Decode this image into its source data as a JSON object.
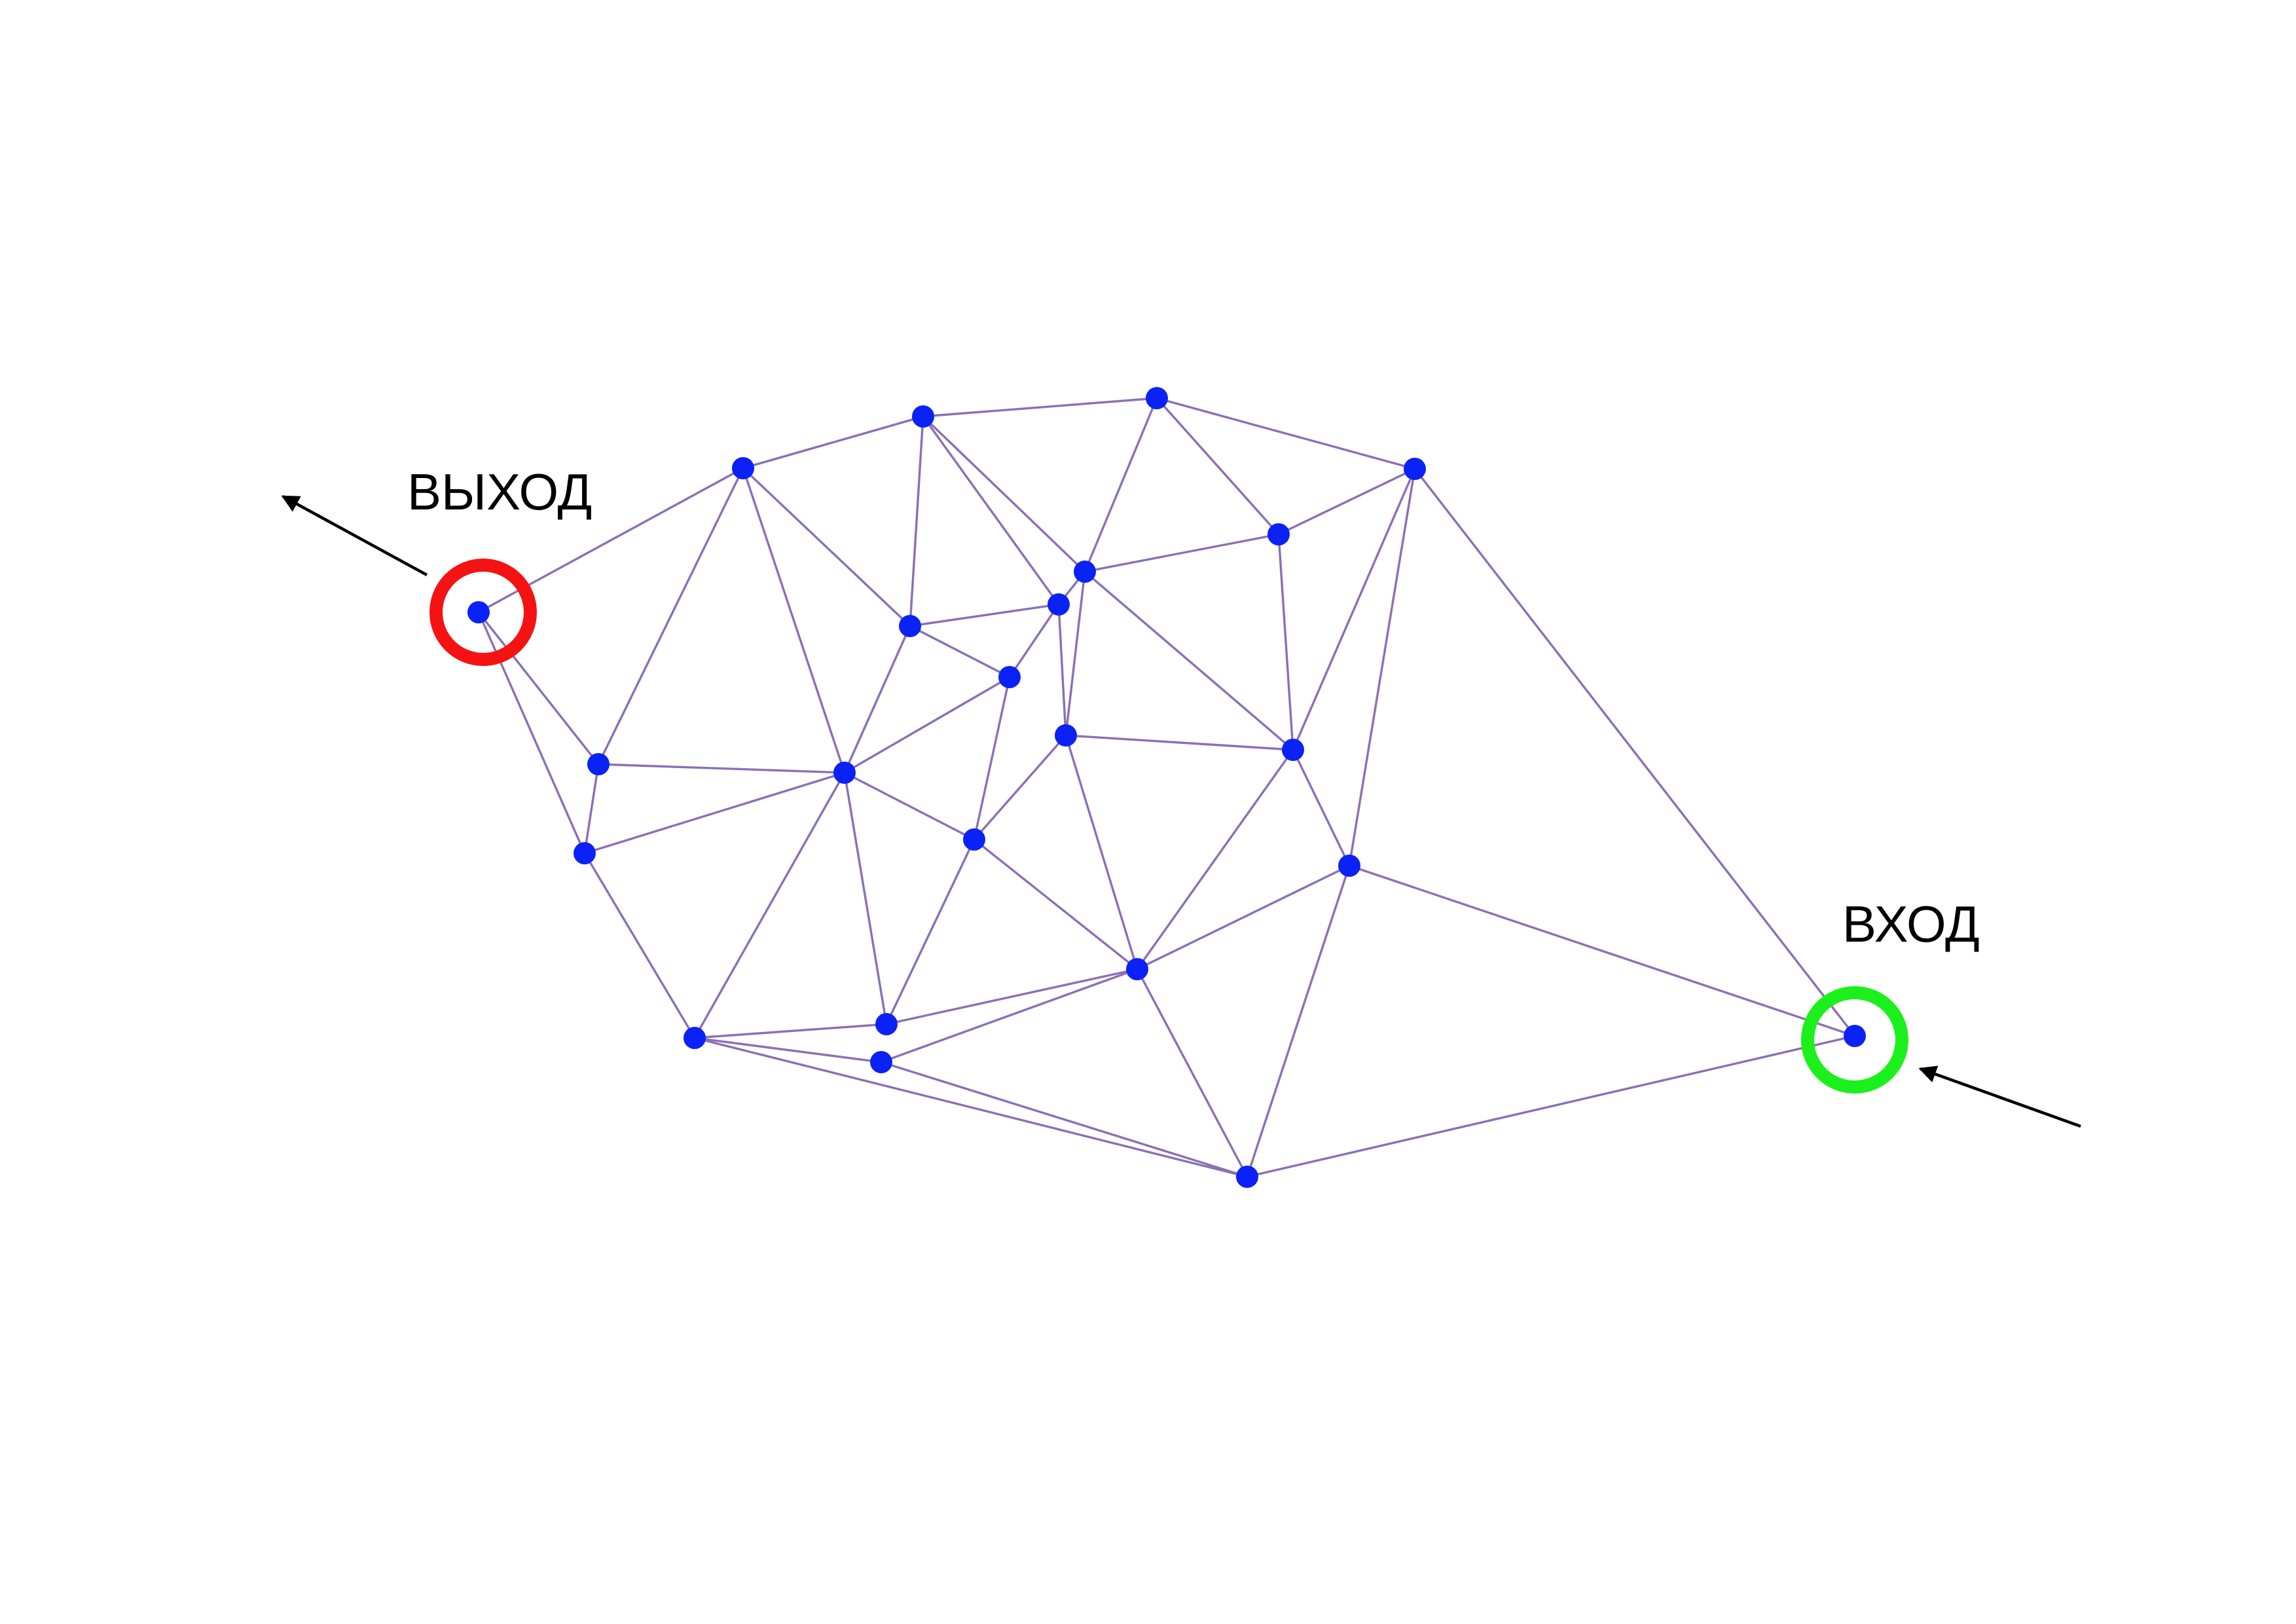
{
  "labels": {
    "exit": "ВЫХОД",
    "entry": "ВХОД"
  },
  "colors": {
    "edge": "#8c6fb5",
    "node": "#0a22f5",
    "exit_ring": "#f51212",
    "entry_ring": "#1cf01c",
    "arrow": "#000000",
    "text": "#000000",
    "background": "#ffffff"
  },
  "graph": {
    "exit_node": "n1",
    "entry_node": "n30",
    "edge_count": 68
  }
}
